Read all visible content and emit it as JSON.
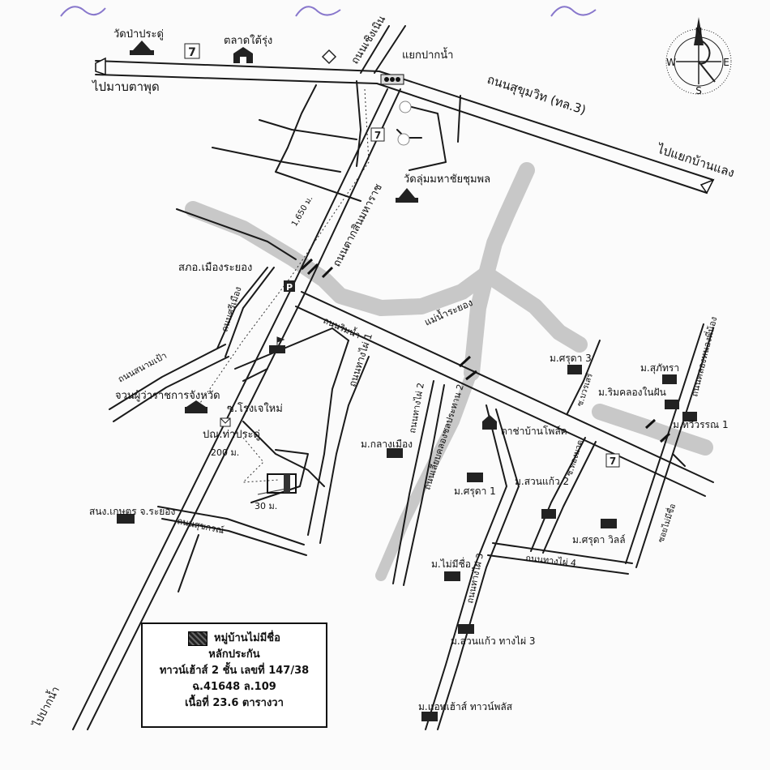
{
  "compass": {
    "n": "N",
    "e": "E",
    "s": "S",
    "w": "W"
  },
  "roads": {
    "sukhumvit": "ถนนสุขุมวิท (ทล.3)",
    "choeng_noen": "ถนนเชิงเนิน",
    "tak_sin": "ถนนตากสินมหาราช",
    "rim_nam": "ถนนริมน้ำ",
    "sri_mueang": "ถนนศรีเมือง",
    "sanam_pao": "ถนนสนามเป้า",
    "sukhon": "ถนนสุขกรณ์",
    "thang_phai_1": "ถนนทางไผ่ 1",
    "thang_phai_2": "ถนนทางไผ่ 2",
    "thang_phai_3": "ถนนทางไผ่ 3",
    "thang_phai_4": "ถนนทางไผ่ 4",
    "khlong_prathan": "ถนนเลียบคลองชลประทาน 2",
    "khlong_nong_phi": "ถนนคลองหนองพี่น้อง",
    "soi_rongchai": "ซ.โรงเจใหม่",
    "soi_borwon": "ซ.บวรเสรี",
    "soi_thongmat": "ซ.ทองมาต",
    "soi_mai_chue": "ซอยไม่มีชื่อ"
  },
  "directions": {
    "to_ban_ta_phut": "ไปมาบตาพุด",
    "to_ban_laeng": "ไปแยกบ้านแลง",
    "to_pak_nam": "ไปปากน้ำ"
  },
  "river": "แม่น้ำระยอง",
  "places": {
    "wat_pa_pradu": "วัดป่าประดู่",
    "talad_tai_rung": "ตลาดใต้รุ่ง",
    "yaek_pak_nam": "แยกปากน้ำ",
    "wat_lum": "วัดลุ่มมหาชัยชุมพล",
    "police": "สภอ.เมืองระยอง",
    "governor": "จวนผู้ว่าราชการจังหวัด",
    "post": "ปณ.ท่าประดู่",
    "agri": "สนง.เกษตร จ.ระยอง",
    "ta_ban_pol": "ตาช่าบ้านโพล์ค",
    "sirada_3": "ม.ศรุดา 3",
    "supatra": "ม.สุภัทรา",
    "rim_khlong": "ม.ริมคลองในฝัน",
    "thawiwan": "ม.ทวีวรรณ 1",
    "klang_mueang": "ม.กลางเมือง",
    "sirada_1": "ม.ศรุดา 1",
    "suan_kaew_2": "ม.สวนแก้ว 2",
    "sirada_villa": "ม.ศรุดา วิลล์",
    "mai_mi_chue": "ม.ไม่มีชื่อ",
    "suan_kaew_3": "ม.สวนแก้ว ทางไผ่ 3",
    "at_house": "ม.แอทเฮ้าส์ ทาวน์พลัส"
  },
  "distances": {
    "d1650": "1,650 ม.",
    "d200": "200 ม.",
    "d30": "30 ม."
  },
  "legend": {
    "title": "หมู่บ้านไม่มีชื่อ",
    "line1": "หลักประกัน",
    "line2": "ทาวน์เฮ้าส์ 2 ชั้น เลขที่ 147/38",
    "line3": "ฉ.41648 ล.109",
    "line4": "เนื้อที่ 23.6 ตารางวา"
  },
  "colors": {
    "road": "#1a1a1a",
    "river": "#c8c8c8",
    "doodle": "#8877cc"
  }
}
